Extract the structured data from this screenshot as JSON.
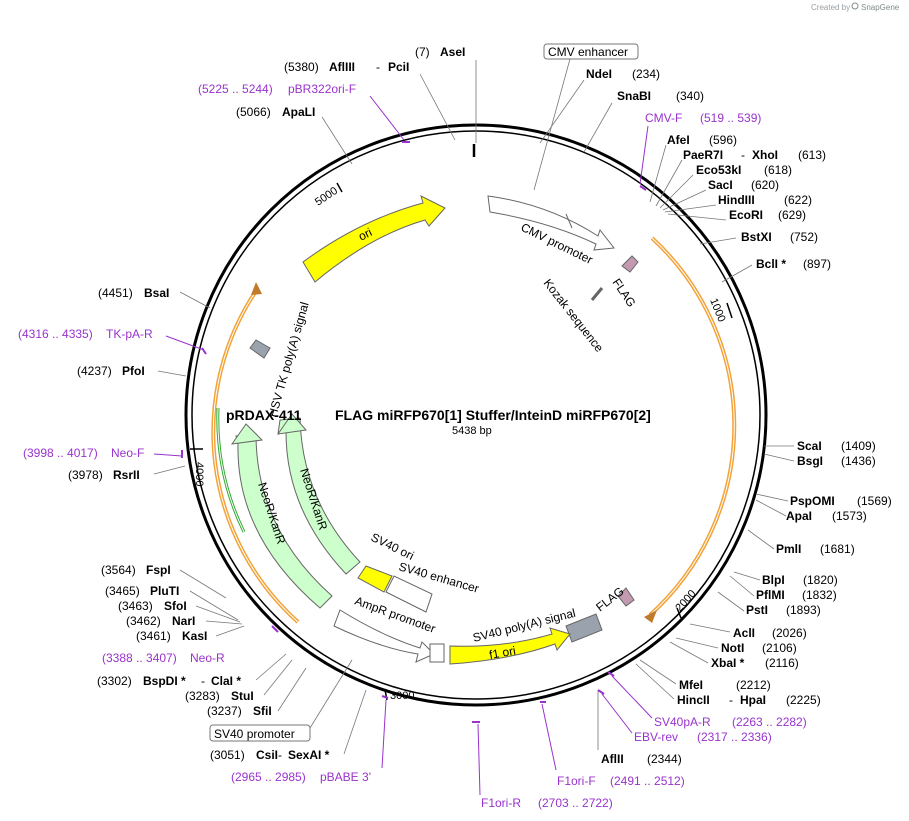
{
  "credit": {
    "created_by": "Created by",
    "brand": "SnapGene"
  },
  "plasmid": {
    "name": "pRDAX-411",
    "description": "FLAG miRFP670[1] Stuffer/InteinD miRFP670[2]",
    "size": "5438 bp"
  },
  "ticks": {
    "t1000": "1000",
    "t2000": "2000",
    "t3000": "3000",
    "t4000": "4000",
    "t5000": "5000"
  },
  "features": {
    "ori": "ori",
    "cmv_promoter": "CMV promoter",
    "flag1": "FLAG",
    "kozak": "Kozak sequence",
    "flag2": "FLAG",
    "sv40_polya": "SV40 poly(A) signal",
    "f1_ori": "f1 ori",
    "sv40_ori": "SV40 ori",
    "sv40_enhancer": "SV40 enhancer",
    "ampr_promoter": "AmpR promoter",
    "neor_inner": "NeoR/KanR",
    "neor_outer": "NeoR/KanR",
    "hsv_tk": "HSV TK poly(A) signal"
  },
  "boxed": {
    "cmv_enhancer": "CMV enhancer",
    "sv40_promoter": "SV40 promoter"
  },
  "sites": {
    "asei": {
      "pos": "(7)",
      "name": "AseI"
    },
    "afliii_pcii": {
      "pos": "(5380)",
      "name1": "AflIII",
      "sep": "-",
      "name2": "PciI"
    },
    "apali": {
      "pos": "(5066)",
      "name": "ApaLI"
    },
    "ndei": {
      "name": "NdeI",
      "pos": "(234)"
    },
    "snabi": {
      "name": "SnaBI",
      "pos": "(340)"
    },
    "afei": {
      "name": "AfeI",
      "pos": "(596)"
    },
    "paer7i_xhoi": {
      "name1": "PaeR7I",
      "sep": "-",
      "name2": "XhoI",
      "pos": "(613)"
    },
    "eco53ki": {
      "name": "Eco53kI",
      "pos": "(618)"
    },
    "saci": {
      "name": "SacI",
      "pos": "(620)"
    },
    "hindiii": {
      "name": "HindIII",
      "pos": "(622)"
    },
    "ecori": {
      "name": "EcoRI",
      "pos": "(629)"
    },
    "bstxi": {
      "name": "BstXI",
      "pos": "(752)"
    },
    "bcli": {
      "name": "BclI *",
      "pos": "(897)"
    },
    "saci2": {
      "name": "ScaI",
      "pos": "(1409)"
    },
    "bsgi": {
      "name": "BsgI",
      "pos": "(1436)"
    },
    "pspomi": {
      "name": "PspOMI",
      "pos": "(1569)"
    },
    "apai": {
      "name": "ApaI",
      "pos": "(1573)"
    },
    "pmli": {
      "name": "PmlI",
      "pos": "(1681)"
    },
    "blpi": {
      "name": "BlpI",
      "pos": "(1820)"
    },
    "pflmi": {
      "name": "PflMI",
      "pos": "(1832)"
    },
    "psti": {
      "name": "PstI",
      "pos": "(1893)"
    },
    "acli": {
      "name": "AclI",
      "pos": "(2026)"
    },
    "noti": {
      "name": "NotI",
      "pos": "(2106)"
    },
    "xbai": {
      "name": "XbaI *",
      "pos": "(2116)"
    },
    "mfei": {
      "name": "MfeI",
      "pos": "(2212)"
    },
    "hincii_hpai": {
      "name1": "HincII",
      "sep": "-",
      "name2": "HpaI",
      "pos": "(2225)"
    },
    "afliii2": {
      "name": "AflII",
      "pos": "(2344)"
    },
    "bsai": {
      "pos": "(4451)",
      "name": "BsaI"
    },
    "pfoi": {
      "pos": "(4237)",
      "name": "PfoI"
    },
    "rsrii": {
      "pos": "(3978)",
      "name": "RsrII"
    },
    "fspi": {
      "pos": "(3564)",
      "name": "FspI"
    },
    "pluti": {
      "pos": "(3465)",
      "name": "PluTI"
    },
    "sfoi": {
      "pos": "(3463)",
      "name": "SfoI"
    },
    "nari": {
      "pos": "(3462)",
      "name": "NarI"
    },
    "kasi": {
      "pos": "(3461)",
      "name": "KasI"
    },
    "bspdi_clai": {
      "pos": "(3302)",
      "name1": "BspDI *",
      "sep": "-",
      "name2": "ClaI *"
    },
    "stui": {
      "pos": "(3283)",
      "name": "StuI"
    },
    "sfii": {
      "pos": "(3237)",
      "name": "SfiI"
    },
    "csii_sexai": {
      "pos": "(3051)",
      "name1": "CsiI",
      "sep": "-",
      "name2": "SexAI *"
    }
  },
  "primers": {
    "pbr322ori_f": {
      "range": "(5225 .. 5244)",
      "name": "pBR322ori-F"
    },
    "cmv_f": {
      "name": "CMV-F",
      "range": "(519 .. 539)"
    },
    "tk_pa_r": {
      "range": "(4316 .. 4335)",
      "name": "TK-pA-R"
    },
    "neo_f": {
      "range": "(3998 .. 4017)",
      "name": "Neo-F"
    },
    "neo_r": {
      "range": "(3388 .. 3407)",
      "name": "Neo-R"
    },
    "pbabe3": {
      "range": "(2965 .. 2985)",
      "name": "pBABE 3'"
    },
    "f1ori_r": {
      "name": "F1ori-R",
      "range": "(2703 .. 2722)"
    },
    "f1ori_f": {
      "name": "F1ori-F",
      "range": "(2491 .. 2512)"
    },
    "sv40pa_r": {
      "name": "SV40pA-R",
      "range": "(2263 .. 2282)"
    },
    "ebv_rev": {
      "name": "EBV-rev",
      "range": "(2317 .. 2336)"
    }
  },
  "colors": {
    "backbone": "#000000",
    "ori": "#ffff00",
    "neor": "#ccffcc",
    "neor_stroke": "#33aa33",
    "flag": "#c49ab0",
    "gray_feature": "#9aa3ad",
    "primer": "#9933cc",
    "orf_outer": "#f2a33a",
    "leader": "#777777"
  }
}
